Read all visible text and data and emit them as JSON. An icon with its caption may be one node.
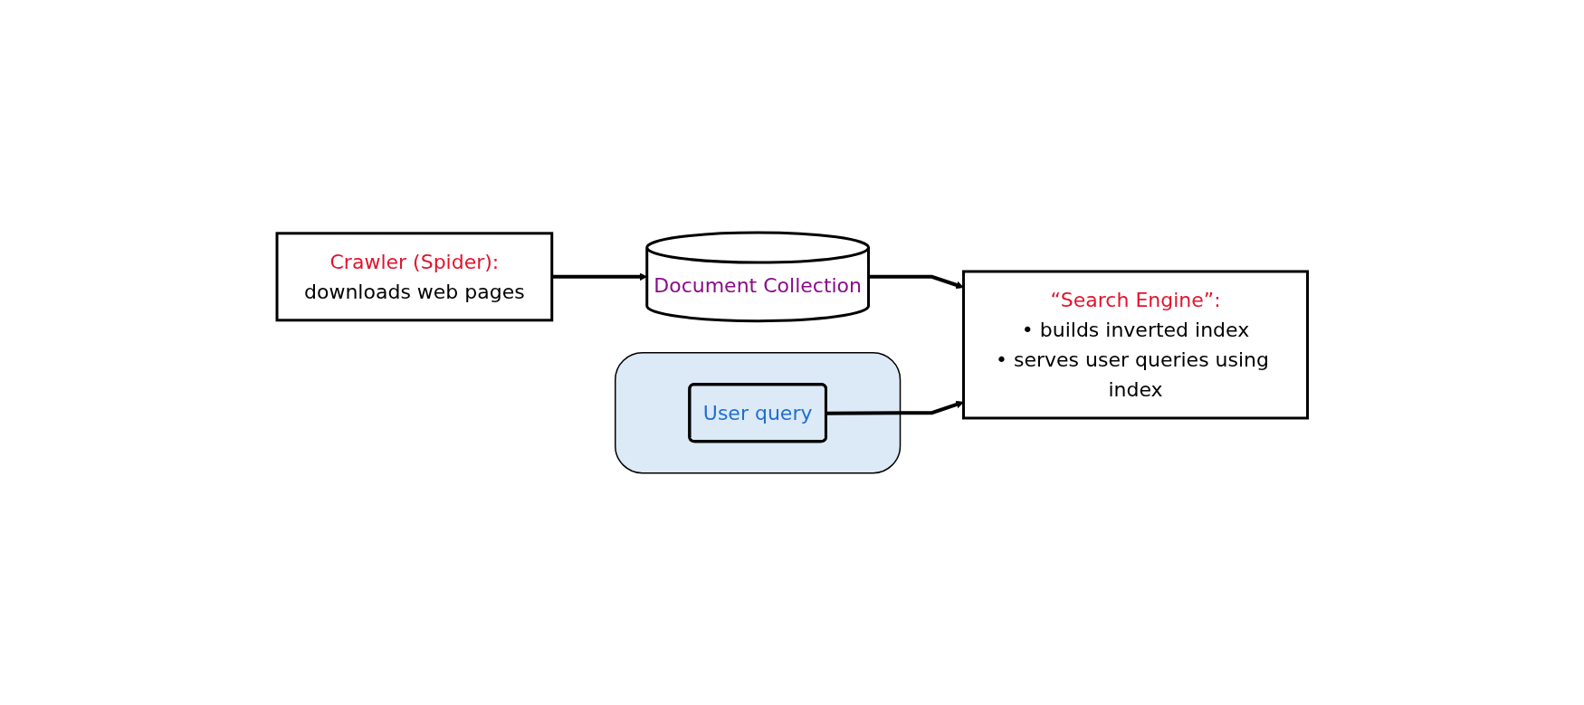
{
  "diagram": {
    "nodes": [
      {
        "text": [
          "Crawler (Spider):",
          "downloads web pages"
        ]
      },
      {
        "text": [
          "Document Collection"
        ]
      },
      {
        "text": [
          "“Search Engine”:",
          "• builds inverted index",
          "• serves user queries using index"
        ]
      },
      {
        "text": [],
        "shape": "box"
      },
      {
        "text": [
          "User query"
        ],
        "in": 3
      }
    ],
    "edges": [
      {
        "from": 0,
        "to": 1,
        "arrow": "to"
      },
      {
        "from": 1,
        "to": 2,
        "arrow": "to"
      },
      {
        "from": 4,
        "to": 2,
        "arrow": "to"
      }
    ]
  }
}
